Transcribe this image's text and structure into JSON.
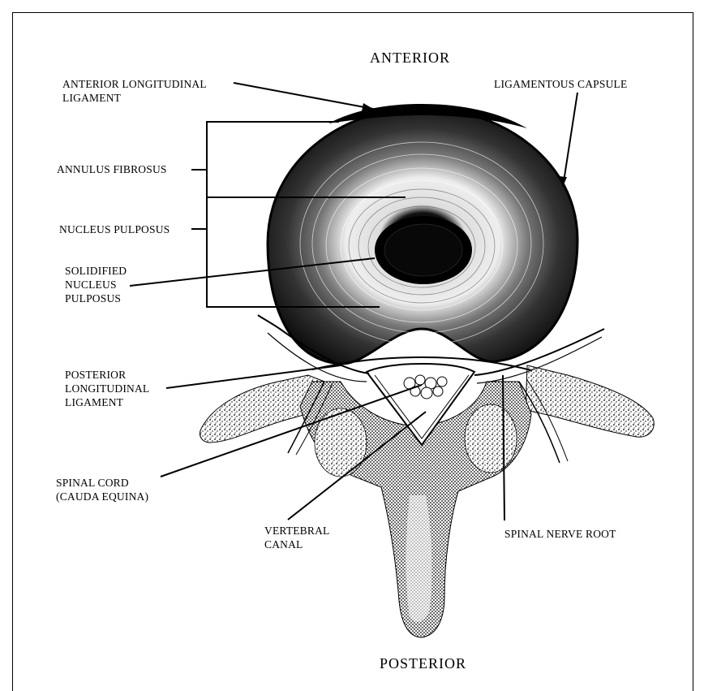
{
  "orientation": {
    "top": "ANTERIOR",
    "bottom": "POSTERIOR"
  },
  "labels": {
    "anterior_longitudinal_ligament": [
      "ANTERIOR LONGITUDINAL",
      "LIGAMENT"
    ],
    "ligamentous_capsule": "LIGAMENTOUS CAPSULE",
    "annulus_fibrosus": "ANNULUS FIBROSUS",
    "nucleus_pulposus": "NUCLEUS PULPOSUS",
    "solidified_nucleus_pulposus": [
      "SOLIDIFIED",
      "NUCLEUS",
      "PULPOSUS"
    ],
    "posterior_longitudinal_ligament": [
      "POSTERIOR",
      "LONGITUDINAL",
      "LIGAMENT"
    ],
    "spinal_cord": [
      "SPINAL CORD",
      "(CAUDA EQUINA)"
    ],
    "vertebral_canal": [
      "VERTEBRAL",
      "CANAL"
    ],
    "spinal_nerve_root": "SPINAL NERVE ROOT"
  },
  "colors": {
    "ink": "#000000",
    "paper": "#ffffff"
  }
}
